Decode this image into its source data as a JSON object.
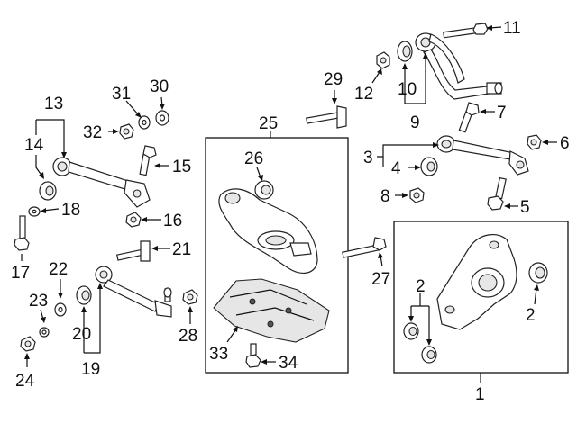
{
  "diagram": {
    "labels": {
      "p1": "1",
      "p2a": "2",
      "p2b": "2",
      "p3": "3",
      "p4": "4",
      "p5": "5",
      "p6": "6",
      "p7": "7",
      "p8": "8",
      "p9": "9",
      "p10": "10",
      "p11": "11",
      "p12": "12",
      "p13": "13",
      "p14": "14",
      "p15": "15",
      "p16": "16",
      "p17": "17",
      "p18": "18",
      "p19": "19",
      "p20": "20",
      "p21": "21",
      "p22": "22",
      "p23": "23",
      "p24": "24",
      "p25": "25",
      "p26": "26",
      "p27": "27",
      "p28": "28",
      "p29": "29",
      "p30": "30",
      "p31": "31",
      "p32": "32",
      "p33": "33",
      "p34": "34"
    }
  }
}
